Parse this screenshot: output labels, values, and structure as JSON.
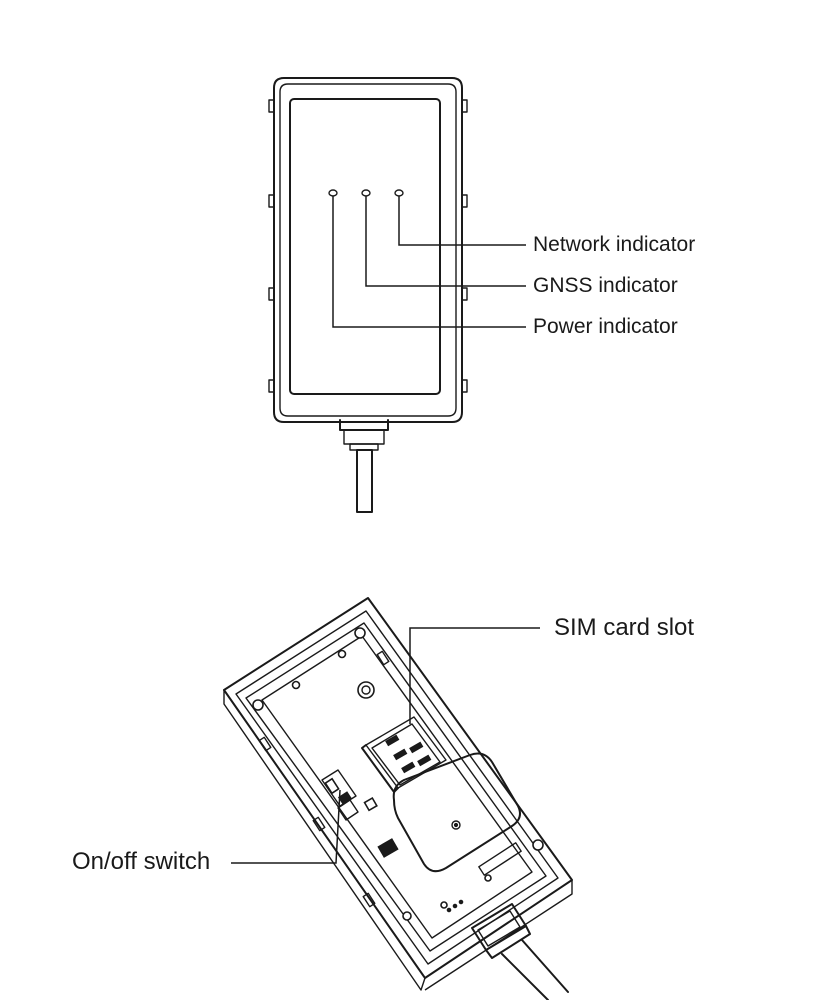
{
  "top_view": {
    "labels": {
      "network_indicator": "Network indicator",
      "gnss_indicator": "GNSS indicator",
      "power_indicator": "Power indicator"
    }
  },
  "open_view": {
    "labels": {
      "sim_card_slot": "SIM card slot",
      "on_off_switch": "On/off switch"
    }
  },
  "colors": {
    "line": "#1a1a1a",
    "background": "#ffffff"
  }
}
